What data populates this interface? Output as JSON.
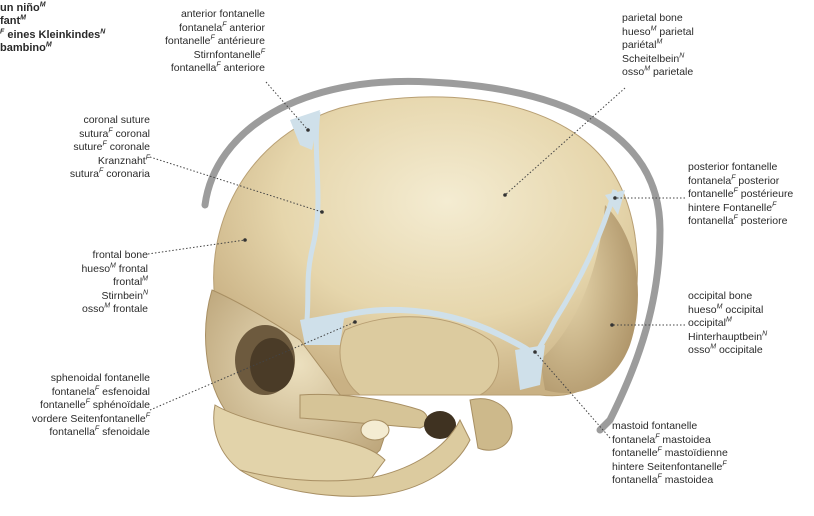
{
  "title_lines": [
    {
      "text": "un niño",
      "gender": "M"
    },
    {
      "text": "fant",
      "gender": "M"
    },
    {
      "text": "eines Kleinkindes",
      "gender": "N",
      "prefix_gender": "F"
    },
    {
      "text": "bambino",
      "gender": "M"
    }
  ],
  "labels": {
    "anterior_fontanelle": [
      {
        "text": "anterior fontanelle"
      },
      {
        "pre": "fontanela",
        "g": "F",
        "post": "anterior"
      },
      {
        "pre": "fontanelle",
        "g": "F",
        "post": "antérieure"
      },
      {
        "pre": "Stirnfontanelle",
        "g": "F",
        "post": ""
      },
      {
        "pre": "fontanella",
        "g": "F",
        "post": "anteriore"
      }
    ],
    "parietal_bone": [
      {
        "text": "parietal bone"
      },
      {
        "pre": "hueso",
        "g": "M",
        "post": "parietal"
      },
      {
        "pre": "pariétal",
        "g": "M",
        "post": ""
      },
      {
        "pre": "Scheitelbein",
        "g": "N",
        "post": ""
      },
      {
        "pre": "osso",
        "g": "M",
        "post": "parietale"
      }
    ],
    "coronal_suture": [
      {
        "text": "coronal suture"
      },
      {
        "pre": "sutura",
        "g": "F",
        "post": "coronal"
      },
      {
        "pre": "suture",
        "g": "F",
        "post": "coronale"
      },
      {
        "pre": "Kranznaht",
        "g": "F",
        "post": ""
      },
      {
        "pre": "sutura",
        "g": "F",
        "post": "coronaria"
      }
    ],
    "posterior_fontanelle": [
      {
        "text": "posterior fontanelle"
      },
      {
        "pre": "fontanela",
        "g": "F",
        "post": "posterior"
      },
      {
        "pre": "fontanelle",
        "g": "F",
        "post": "postérieure"
      },
      {
        "pre": "hintere Fontanelle",
        "g": "F",
        "post": ""
      },
      {
        "pre": "fontanella",
        "g": "F",
        "post": "posteriore"
      }
    ],
    "frontal_bone": [
      {
        "text": "frontal bone"
      },
      {
        "pre": "hueso",
        "g": "M",
        "post": "frontal"
      },
      {
        "pre": "frontal",
        "g": "M",
        "post": ""
      },
      {
        "pre": "Stirnbein",
        "g": "N",
        "post": ""
      },
      {
        "pre": "osso",
        "g": "M",
        "post": "frontale"
      }
    ],
    "occipital_bone": [
      {
        "text": "occipital bone"
      },
      {
        "pre": "hueso",
        "g": "M",
        "post": "occipital"
      },
      {
        "pre": "occipital",
        "g": "M",
        "post": ""
      },
      {
        "pre": "Hinterhauptbein",
        "g": "N",
        "post": ""
      },
      {
        "pre": "osso",
        "g": "M",
        "post": "occipitale"
      }
    ],
    "sphenoidal_fontanelle": [
      {
        "text": "sphenoidal fontanelle"
      },
      {
        "pre": "fontanela",
        "g": "F",
        "post": "esfenoidal"
      },
      {
        "pre": "fontanelle",
        "g": "F",
        "post": "sphénoïdale"
      },
      {
        "pre": "vordere Seitenfontanelle",
        "g": "F",
        "post": ""
      },
      {
        "pre": "fontanella",
        "g": "F",
        "post": "sfenoidale"
      }
    ],
    "mastoid_fontanelle": [
      {
        "text": "mastoid fontanelle"
      },
      {
        "pre": "fontanela",
        "g": "F",
        "post": "mastoidea"
      },
      {
        "pre": "fontanelle",
        "g": "F",
        "post": "mastoïdienne"
      },
      {
        "pre": "hintere Seitenfontanelle",
        "g": "F",
        "post": ""
      },
      {
        "pre": "fontanella",
        "g": "F",
        "post": "mastoidea"
      }
    ]
  },
  "colors": {
    "bone": "#e9ddb9",
    "bone_shadow": "#c8b48a",
    "bone_dark": "#8a7352",
    "fontanelle": "#cfe0ea",
    "scalp": "#a8a8a8",
    "leader": "#444444"
  }
}
